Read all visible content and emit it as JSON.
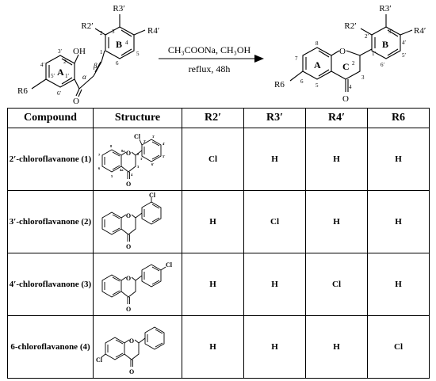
{
  "scheme": {
    "reagents": "CH₃COONa, CH₃OH",
    "conditions": "reflux, 48h",
    "reactant": {
      "substituents": {
        "r2": "R2′",
        "r3": "R3′",
        "r4": "R4′",
        "r6": "R6",
        "oh": "OH"
      },
      "ring_labels": {
        "a": "A",
        "b": "B"
      },
      "greek": {
        "alpha": "α",
        "beta": "β"
      },
      "positions": {
        "p3p": "3′",
        "p4p": "4′",
        "p2p": "2′",
        "p1p": "1′",
        "p5p": "5′",
        "p6p": "6′",
        "p1": "1",
        "p2": "2",
        "p3": "3",
        "p4": "4",
        "p5": "5",
        "p6": "6"
      },
      "carbonyl": "O"
    },
    "product": {
      "substituents": {
        "r2": "R2′",
        "r3": "R3′",
        "r4": "R4′",
        "r6": "R6"
      },
      "ring_labels": {
        "a": "A",
        "b": "B",
        "c": "C"
      },
      "positions": {
        "p7": "7",
        "p8": "8",
        "p6": "6",
        "p5": "5",
        "p2": "2",
        "p3": "3",
        "p4": "4",
        "p2p": "2′",
        "p3p": "3′",
        "p4p": "4′",
        "p1p": "1′",
        "p5p": "5′",
        "p6p": "6′"
      },
      "ring_o": "O",
      "carbonyl": "O"
    }
  },
  "table": {
    "headers": [
      "Compound",
      "Structure",
      "R2′",
      "R3′",
      "R4′",
      "R6"
    ],
    "rows": [
      {
        "compound": "2′-chloroflavanone (1)",
        "r2": "Cl",
        "r3": "H",
        "r4": "H",
        "r6": "H"
      },
      {
        "compound": "3′-chloroflavanone (2)",
        "r2": "H",
        "r3": "Cl",
        "r4": "H",
        "r6": "H"
      },
      {
        "compound": "4′-chloroflavanone (3)",
        "r2": "H",
        "r3": "H",
        "r4": "Cl",
        "r6": "H"
      },
      {
        "compound": "6-chloroflavanone (4)",
        "r2": "H",
        "r3": "H",
        "r4": "H",
        "r6": "Cl"
      }
    ],
    "atom_labels": {
      "o": "O",
      "cl": "Cl"
    },
    "numbering_row1": [
      "8",
      "8a",
      "2",
      "3",
      "4",
      "4a",
      "5",
      "6",
      "7",
      "1′",
      "2′",
      "3′",
      "4′",
      "5′",
      "6′"
    ]
  }
}
